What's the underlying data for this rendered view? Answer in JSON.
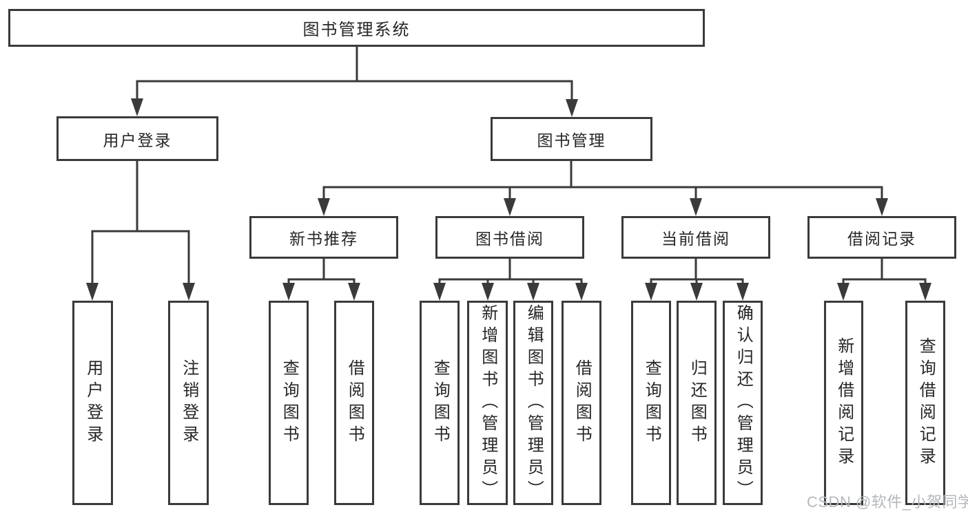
{
  "tree": {
    "label": "图书管理系统",
    "children": [
      {
        "label": "用户登录",
        "children": [
          {
            "label": "用户登录"
          },
          {
            "label": "注销登录"
          }
        ]
      },
      {
        "label": "图书管理",
        "children": [
          {
            "label": "新书推荐",
            "children": [
              {
                "label": "查询图书"
              },
              {
                "label": "借阅图书"
              }
            ]
          },
          {
            "label": "图书借阅",
            "children": [
              {
                "label": "查询图书"
              },
              {
                "label": "新增图书（管理员）"
              },
              {
                "label": "编辑图书（管理员）"
              },
              {
                "label": "借阅图书"
              }
            ]
          },
          {
            "label": "当前借阅",
            "children": [
              {
                "label": "查询图书"
              },
              {
                "label": "归还图书"
              },
              {
                "label": "确认归还（管理员）"
              }
            ]
          },
          {
            "label": "借阅记录",
            "children": [
              {
                "label": "新增借阅记录"
              },
              {
                "label": "查询借阅记录"
              }
            ]
          }
        ]
      }
    ]
  },
  "watermark": {
    "text": "CSDN @软件_小贺同学"
  },
  "colors": {
    "line": "#3a3a3a",
    "text": "#262626",
    "watermark": "#b4b8bc",
    "background": "#ffffff"
  }
}
